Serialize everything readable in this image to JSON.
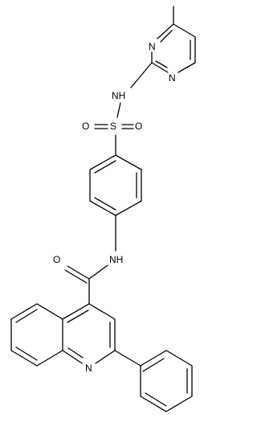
{
  "atoms": {
    "n_pyr1": "N",
    "n_pyr2": "N",
    "nh_sulfonamide": "NH",
    "s": "S",
    "o_left": "O",
    "o_right": "O",
    "o_amide": "O",
    "nh_amide": "NH",
    "n_quinoline": "N"
  },
  "colors": {
    "bond": "#000000",
    "label": "#000000",
    "background": "#ffffff"
  }
}
